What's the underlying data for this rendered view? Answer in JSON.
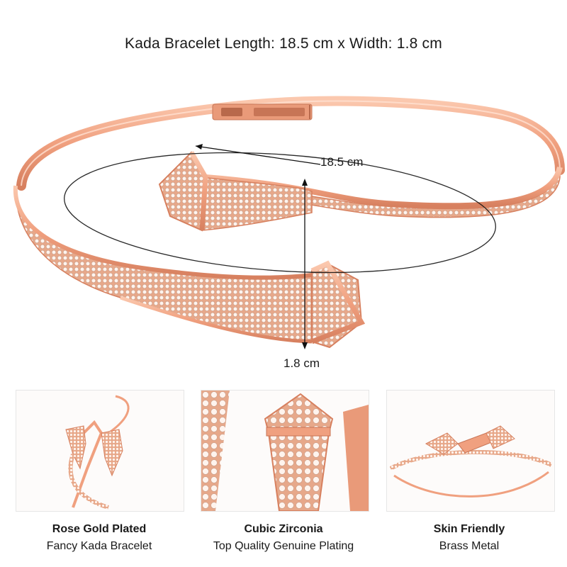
{
  "title": "Kada Bracelet Length: 18.5 cm x Width: 1.8 cm",
  "dimensions": {
    "length_label": "18.5 cm",
    "width_label": "1.8 cm"
  },
  "features": [
    {
      "heading": "Rose Gold Plated",
      "sub": "Fancy Kada Bracelet"
    },
    {
      "heading": "Cubic Zirconia",
      "sub": "Top Quality Genuine Plating"
    },
    {
      "heading": "Skin Friendly",
      "sub": "Brass Metal"
    }
  ],
  "colors": {
    "metal": "#f0a07f",
    "metal_dark": "#d7805f",
    "metal_light": "#fbc8ae",
    "stone": "#fff6f1"
  }
}
